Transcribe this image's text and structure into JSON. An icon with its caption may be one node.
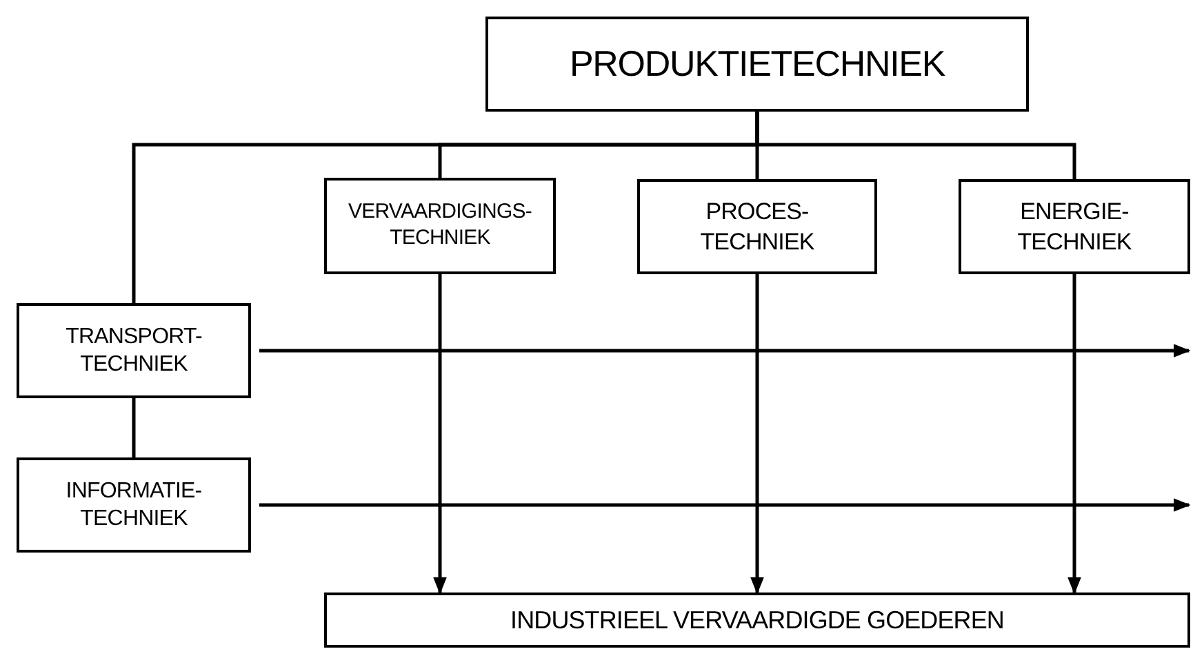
{
  "diagram": {
    "nodes": [
      {
        "text": [
          "PRODUKTIETECHNIEK"
        ]
      },
      {
        "text": [
          "VERVAARDIGINGS- TECHNIEK"
        ]
      },
      {
        "text": [
          "PROCES- TECHNIEK"
        ]
      },
      {
        "text": [
          "ENERGIE- TECHNIEK"
        ]
      },
      {
        "text": [
          "TRANSPORT- TECHNIEK"
        ]
      },
      {
        "text": [
          "INFORMATIE- TECHNIEK"
        ]
      },
      {
        "text": [
          "INDUSTRIEEL VERVAARDIGDE GOEDEREN"
        ]
      }
    ],
    "edges": [
      {
        "from": 0,
        "to": 4,
        "arrow": "none"
      },
      {
        "from": 0,
        "to": 1,
        "arrow": "none"
      },
      {
        "from": 0,
        "to": 2,
        "arrow": "none"
      },
      {
        "from": 0,
        "to": 3,
        "arrow": "none"
      },
      {
        "from": 4,
        "to": 5,
        "arrow": "none"
      },
      {
        "from": 1,
        "to": 6,
        "arrow": "to"
      },
      {
        "from": 2,
        "to": 6,
        "arrow": "to"
      },
      {
        "from": 3,
        "to": 6,
        "arrow": "to"
      },
      {
        "from": 4,
        "to": null,
        "arrow": "to"
      },
      {
        "from": 5,
        "to": null,
        "arrow": "to"
      }
    ]
  }
}
